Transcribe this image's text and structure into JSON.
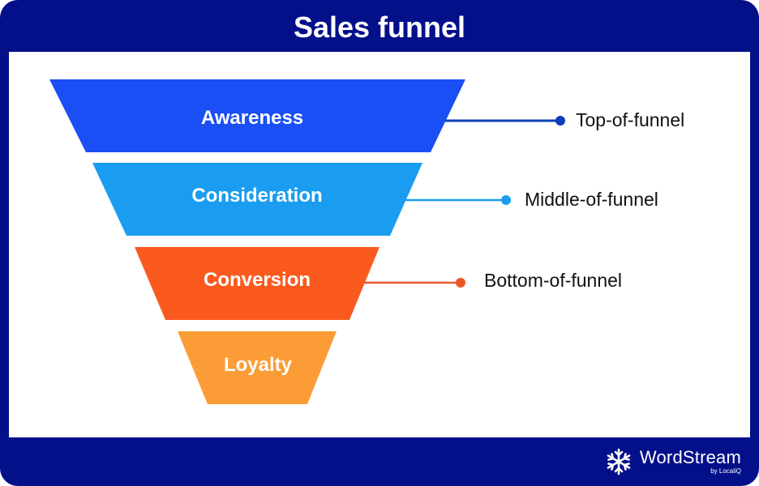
{
  "title": "Sales funnel",
  "stages": [
    {
      "label": "Awareness",
      "color": "#1a4ff5",
      "text_color": "#ffffff"
    },
    {
      "label": "Consideration",
      "color": "#1a9df0",
      "text_color": "#ffffff"
    },
    {
      "label": "Conversion",
      "color": "#fb5a1f",
      "text_color": "#ffffff"
    },
    {
      "label": "Loyalty",
      "color": "#fb9c36",
      "text_color": "#ffffff"
    }
  ],
  "levels": [
    {
      "label": "Top-of-funnel",
      "color": "#0d3fb8"
    },
    {
      "label": "Middle-of-funnel",
      "color": "#1a9df0"
    },
    {
      "label": "Bottom-of-funnel",
      "color": "#ee5525"
    }
  ],
  "brand": {
    "name": "WordStream",
    "sub": "by LocaliQ",
    "icon": "snowflake-logo-icon"
  },
  "colors": {
    "frame": "#03108a",
    "panel": "#ffffff"
  }
}
